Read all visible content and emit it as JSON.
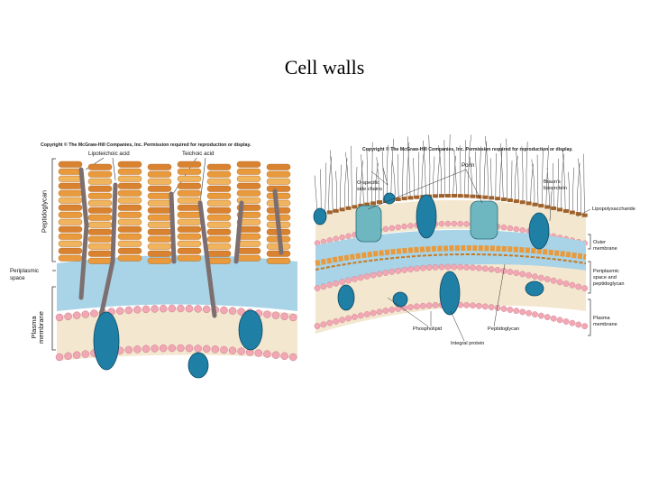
{
  "slide": {
    "title": "Cell walls"
  },
  "left_figure": {
    "copyright": "Copyright © The McGraw-Hill Companies, Inc. Permission required for reproduction or display.",
    "labels": {
      "lipoteichoic_acid": "Lipoteichoic acid",
      "teichoic_acid": "Teichoic acid",
      "peptidoglycan": "Peptidoglycan",
      "periplasmic_space_line1": "Periplasmic",
      "periplasmic_space_line2": "space",
      "plasma_membrane_line1": "Plasma",
      "plasma_membrane_line2": "membrane"
    }
  },
  "right_figure": {
    "copyright": "Copyright © The McGraw-Hill Companies, Inc. Permission required for reproduction or display.",
    "labels": {
      "porin": "Porin",
      "o_specific_line1": "O-specific",
      "o_specific_line2": "side chains",
      "brauns_line1": "Braun's",
      "brauns_line2": "lipoprotein",
      "lipopolysaccharide": "Lipopolysaccharide",
      "outer_membrane_line1": "Outer",
      "outer_membrane_line2": "membrane",
      "periplasmic_line1": "Periplasmic",
      "periplasmic_line2": "space and",
      "periplasmic_line3": "peptidoglycan",
      "plasma_membrane_line1": "Plasma",
      "plasma_membrane_line2": "membrane",
      "phospholipid": "Phospholipid",
      "peptidoglycan": "Peptidoglycan",
      "integral_protein": "Integral protein"
    }
  },
  "colors": {
    "periplasm": "#a9d3e6",
    "peptidoglycan": "#e89a3c",
    "phospholipid_head": "#f2a7b4",
    "protein": "#1f7fa5",
    "porin": "#6fb7c0",
    "lipid_tail": "#f3e7cf",
    "teichoic": "#7d6f6f"
  }
}
